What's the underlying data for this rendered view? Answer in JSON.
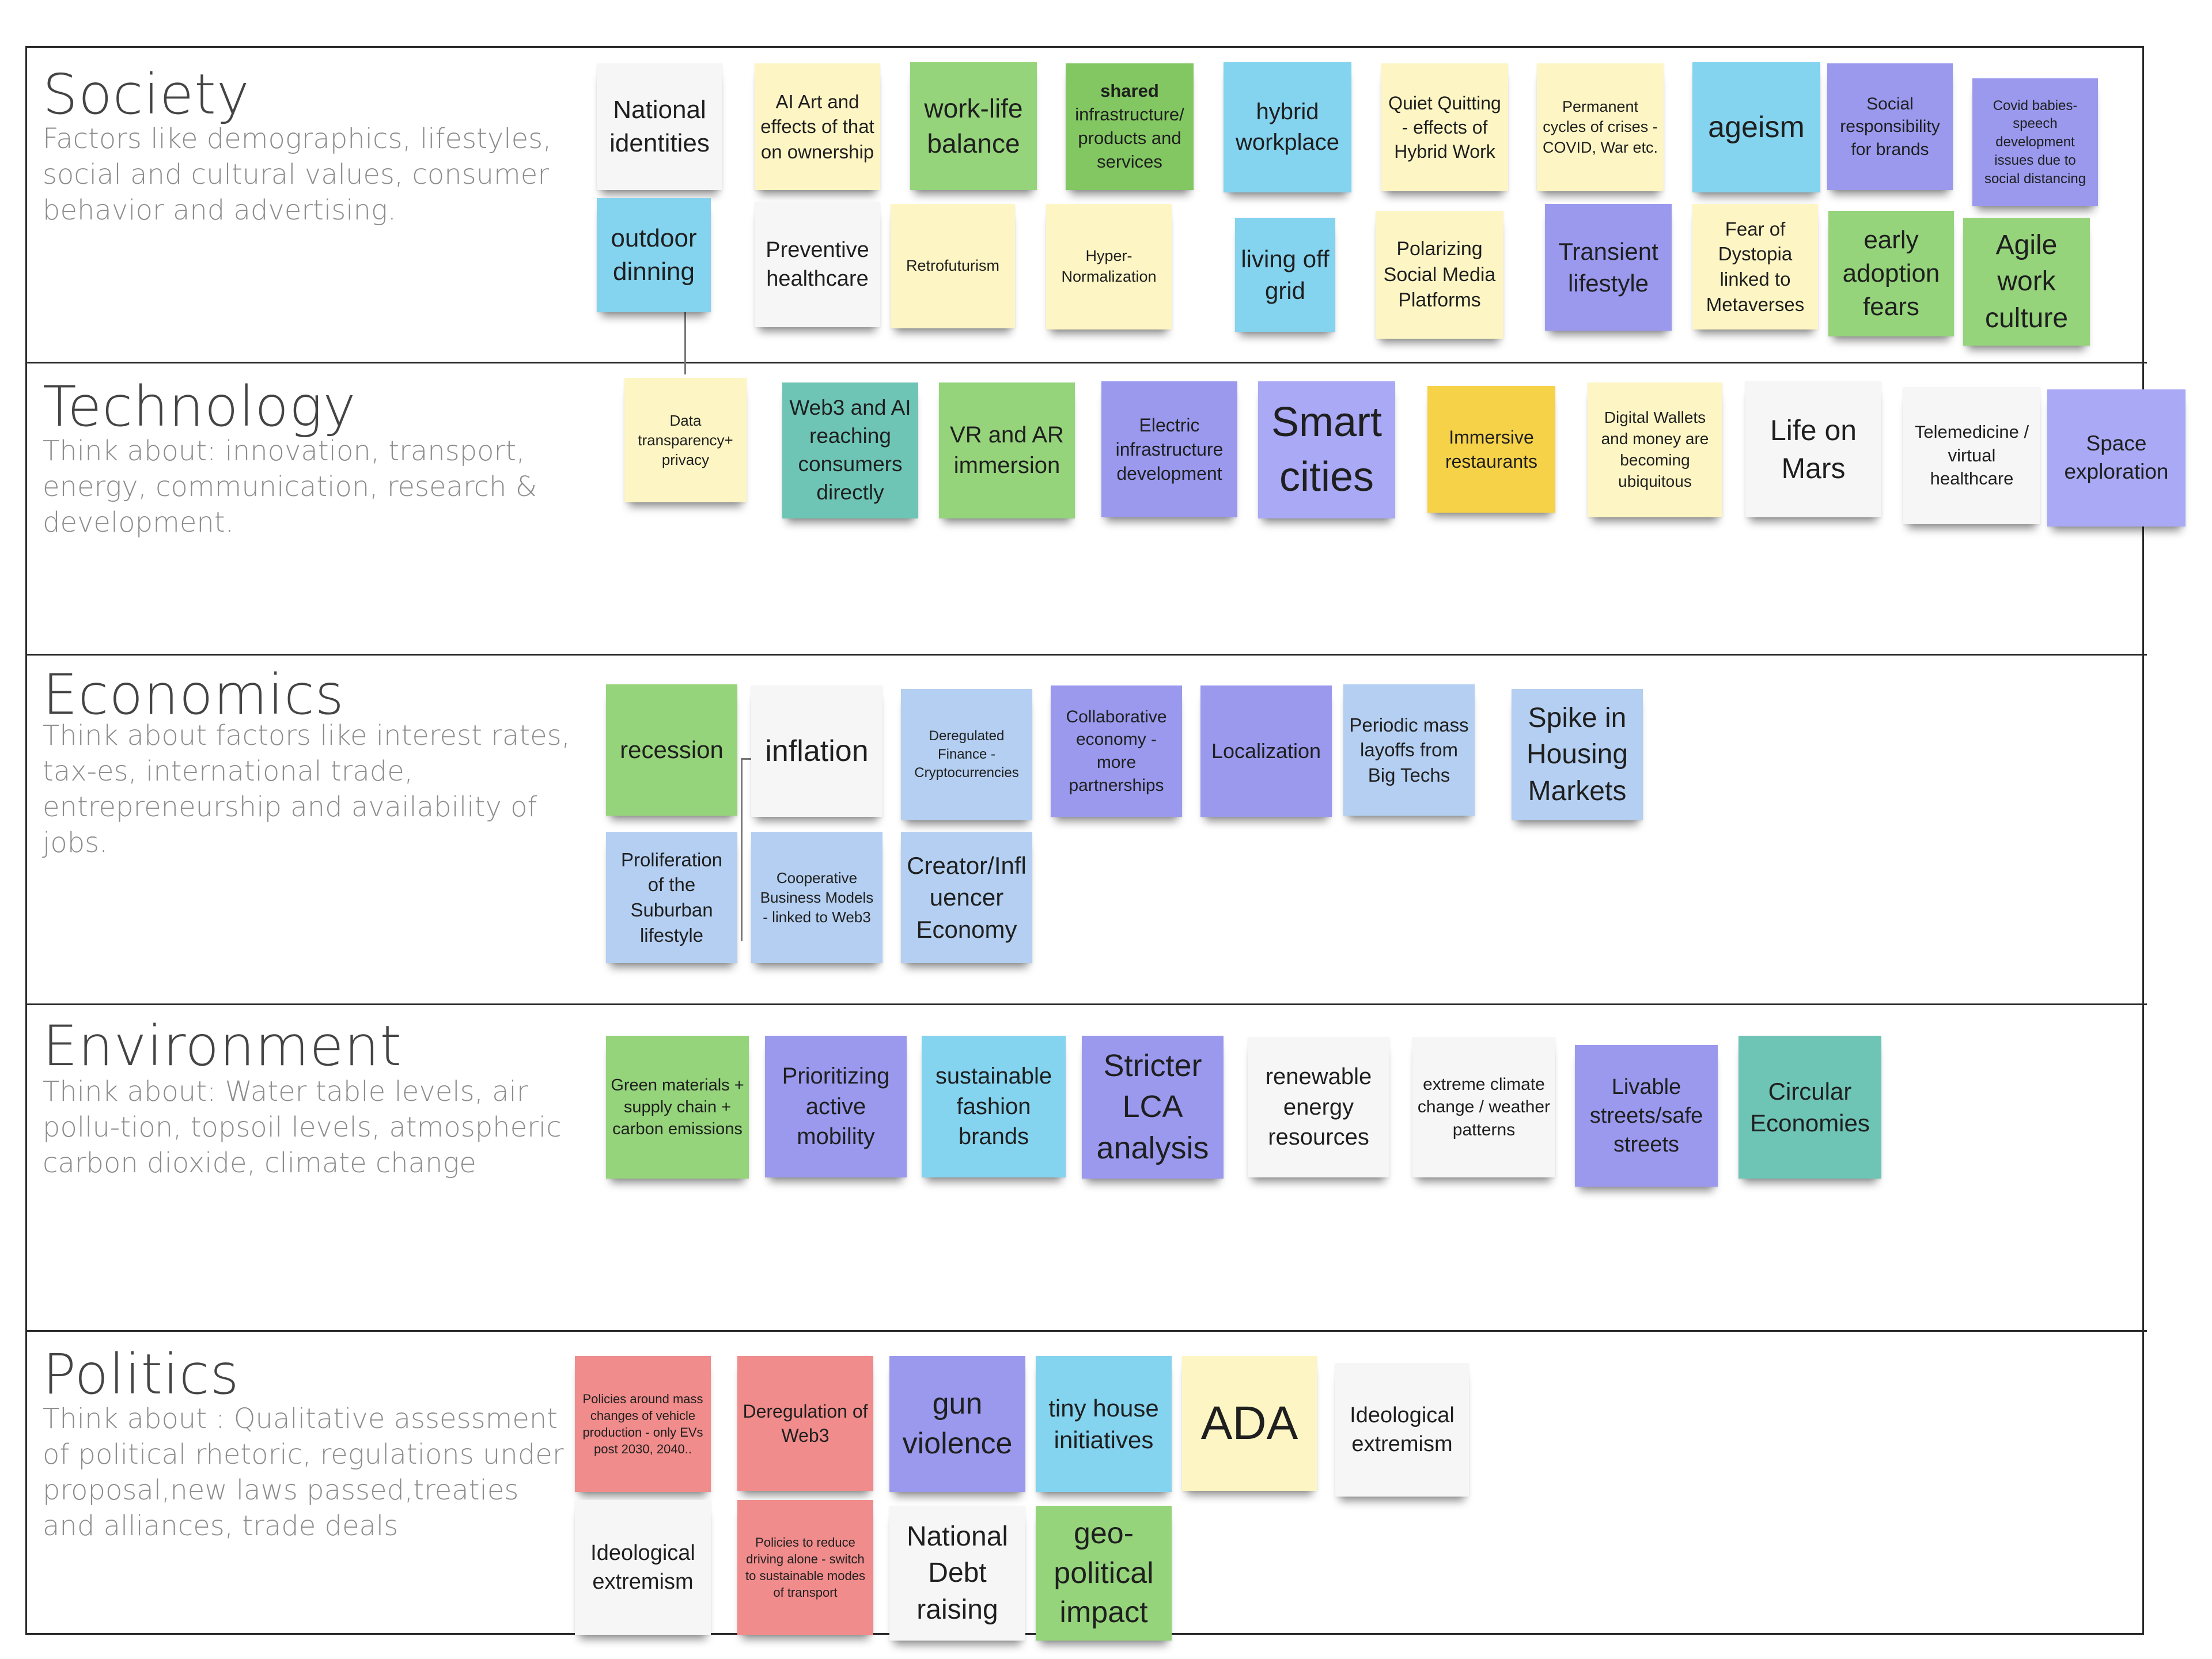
{
  "categories": {
    "society": {
      "title": "Society",
      "description": "Factors like demographics, lifestyles, social and cultural values, consumer behavior and advertising."
    },
    "technology": {
      "title": "Technology",
      "description": "Think about: innovation, transport, energy, communication, research & development."
    },
    "economics": {
      "title": "Economics",
      "description": "Think about factors like interest rates, tax-es, international trade, entrepreneurship and availability of jobs."
    },
    "environment": {
      "title": "Environment",
      "description": "Think about: Water table levels, air pollu-tion, topsoil levels, atmospheric carbon dioxide, climate change"
    },
    "politics": {
      "title": "Politics",
      "description": "Think about : Qualitative assessment of political rhetoric, regulations under proposal,new laws passed,treaties and alliances, trade deals"
    }
  },
  "notes": {
    "s_national": "National identities",
    "s_aiart": "AI Art and effects of that on ownership",
    "s_worklife": "work-life balance",
    "s_shared_bold": "shared",
    "s_shared_rest": "infrastructure/products and services",
    "s_hybrid": "hybrid workplace",
    "s_quiet": "Quiet Quitting - effects of Hybrid Work",
    "s_permanent": "Permanent cycles of crises - COVID, War etc.",
    "s_ageism": "ageism",
    "s_socialresp": "Social responsibility for brands",
    "s_covid": "Covid babies- speech development issues due to social distancing",
    "s_outdoor": "outdoor dinning",
    "s_preventive": "Preventive healthcare",
    "s_retro": "Retrofuturism",
    "s_hypernorm": "Hyper-Normalization",
    "s_livingoff": "living off grid",
    "s_polarizing": "Polarizing Social Media Platforms",
    "s_transient": "Transient lifestyle",
    "s_dystopia": "Fear of Dystopia linked to Metaverses",
    "s_early": "early adoption fears",
    "s_agile": "Agile work culture",
    "t_data": "Data transparency+ privacy",
    "t_web3": "Web3 and AI reaching consumers directly",
    "t_vrar": "VR and AR immersion",
    "t_electric": "Electric infrastructure development",
    "t_smart": "Smart cities",
    "t_immersive": "Immersive restaurants",
    "t_wallets": "Digital Wallets and money are becoming ubiquitous",
    "t_mars": "Life on Mars",
    "t_telemed": "Telemedicine / virtual healthcare",
    "t_space": "Space exploration",
    "e_recession": "recession",
    "e_inflation": "inflation",
    "e_dereg": "Deregulated Finance - Cryptocurrencies",
    "e_collab": "Collaborative economy - more partnerships",
    "e_local": "Localization",
    "e_layoffs": "Periodic mass layoffs from Big Techs",
    "e_housing": "Spike in Housing Markets",
    "e_suburban": "Proliferation of the Suburban lifestyle",
    "e_coop": "Cooperative Business Models - linked to Web3",
    "e_creator": "Creator/Influencer Economy",
    "v_green": "Green materials + supply chain + carbon emissions",
    "v_mobility": "Prioritizing active mobility",
    "v_fashion": "sustainable fashion brands",
    "v_lca": "Stricter LCA analysis",
    "v_renewable": "renewable energy resources",
    "v_climate": "extreme climate change / weather patterns",
    "v_livable": "Livable streets/safe streets",
    "v_circular": "Circular Economies",
    "p_policies_ev": "Policies around mass changes of vehicle production - only EVs post 2030, 2040..",
    "p_dereg_web3": "Deregulation of Web3",
    "p_gun": "gun violence",
    "p_tiny": "tiny house initiatives",
    "p_ada": "ADA",
    "p_ideo1": "Ideological extremism",
    "p_ideo2": "Ideological extremism",
    "p_policies_driving": "Policies to reduce driving alone - switch to sustainable modes of transport",
    "p_debt": "National Debt raising",
    "p_geo": "geo-political impact"
  }
}
